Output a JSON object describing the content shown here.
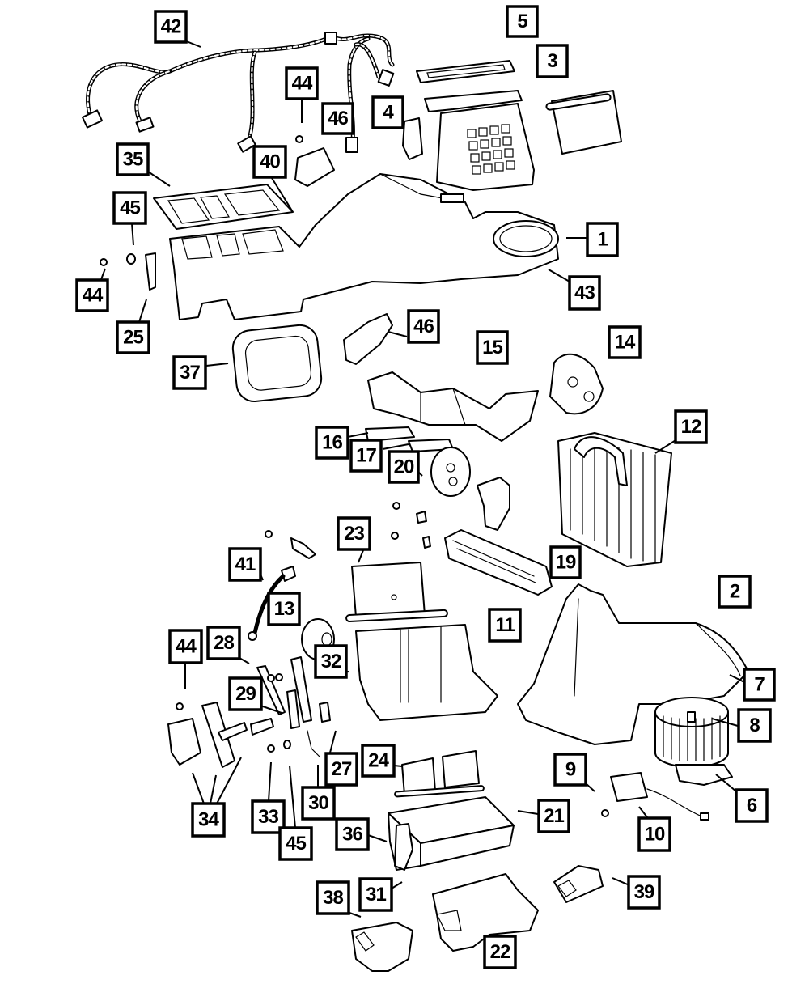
{
  "diagram": {
    "type": "exploded parts diagram",
    "subject": "HVAC heater / A-C housing assembly",
    "colors": {
      "line": "#000000",
      "background": "#ffffff"
    }
  },
  "callouts": [
    {
      "id": "c42",
      "label": "42",
      "part": "wiring harness"
    },
    {
      "id": "c5",
      "label": "5",
      "part": "seal"
    },
    {
      "id": "c3",
      "label": "3",
      "part": "seal"
    },
    {
      "id": "c44a",
      "label": "44",
      "part": "screw"
    },
    {
      "id": "c46a",
      "label": "46",
      "part": "actuator"
    },
    {
      "id": "c4",
      "label": "4",
      "part": "actuator"
    },
    {
      "id": "c35",
      "label": "35",
      "part": "seal"
    },
    {
      "id": "c40",
      "label": "40",
      "part": "actuator"
    },
    {
      "id": "c45a",
      "label": "45",
      "part": "washer"
    },
    {
      "id": "c1",
      "label": "1",
      "part": "housing"
    },
    {
      "id": "c44b",
      "label": "44",
      "part": "screw"
    },
    {
      "id": "c43",
      "label": "43",
      "part": "housing"
    },
    {
      "id": "c25",
      "label": "25",
      "part": "lever"
    },
    {
      "id": "c46b",
      "label": "46",
      "part": "actuator"
    },
    {
      "id": "c15",
      "label": "15",
      "part": "duct"
    },
    {
      "id": "c14",
      "label": "14",
      "part": "seal"
    },
    {
      "id": "c37",
      "label": "37",
      "part": "seal"
    },
    {
      "id": "c12",
      "label": "12",
      "part": "evaporator"
    },
    {
      "id": "c16",
      "label": "16",
      "part": "door"
    },
    {
      "id": "c17",
      "label": "17",
      "part": "door"
    },
    {
      "id": "c20",
      "label": "20",
      "part": "seal"
    },
    {
      "id": "c23",
      "label": "23",
      "part": "door"
    },
    {
      "id": "c41",
      "label": "41",
      "part": "clip"
    },
    {
      "id": "c19",
      "label": "19",
      "part": "heater core"
    },
    {
      "id": "c2",
      "label": "2",
      "part": "housing"
    },
    {
      "id": "c13",
      "label": "13",
      "part": "sensor"
    },
    {
      "id": "c11",
      "label": "11",
      "part": "housing"
    },
    {
      "id": "c44c",
      "label": "44",
      "part": "screw"
    },
    {
      "id": "c28",
      "label": "28",
      "part": "screw"
    },
    {
      "id": "c32",
      "label": "32",
      "part": "seal"
    },
    {
      "id": "c7",
      "label": "7",
      "part": "housing"
    },
    {
      "id": "c29",
      "label": "29",
      "part": "link"
    },
    {
      "id": "c8",
      "label": "8",
      "part": "blower wheel"
    },
    {
      "id": "c24",
      "label": "24",
      "part": "door"
    },
    {
      "id": "c27",
      "label": "27",
      "part": "lever"
    },
    {
      "id": "c9",
      "label": "9",
      "part": "screw"
    },
    {
      "id": "c6",
      "label": "6",
      "part": "blower motor"
    },
    {
      "id": "c34",
      "label": "34",
      "part": "actuator"
    },
    {
      "id": "c33",
      "label": "33",
      "part": "screw"
    },
    {
      "id": "c30",
      "label": "30",
      "part": "link"
    },
    {
      "id": "c21",
      "label": "21",
      "part": "housing"
    },
    {
      "id": "c10",
      "label": "10",
      "part": "resistor"
    },
    {
      "id": "c45b",
      "label": "45",
      "part": "washer"
    },
    {
      "id": "c36",
      "label": "36",
      "part": "housing"
    },
    {
      "id": "c31",
      "label": "31",
      "part": "lever"
    },
    {
      "id": "c38",
      "label": "38",
      "part": "duct"
    },
    {
      "id": "c39",
      "label": "39",
      "part": "duct"
    },
    {
      "id": "c22",
      "label": "22",
      "part": "duct"
    }
  ]
}
